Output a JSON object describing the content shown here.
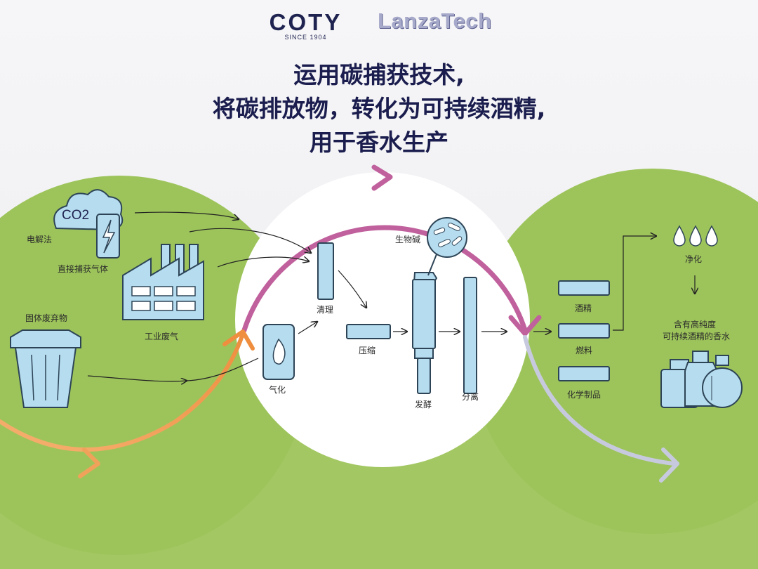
{
  "logos": {
    "coty": "COTY",
    "coty_sub": "SINCE 1904",
    "lanzatech": "LanzaTech"
  },
  "title": {
    "line1": "运用碳捕获技术,",
    "line2": "将碳排放物，转化为可持续酒精,",
    "line3": "用于香水生产"
  },
  "left": {
    "co2": "CO2",
    "electrolysis": "电解法",
    "direct_capture": "直接捕获气体",
    "industrial_gas": "工业废气",
    "solid_waste": "固体废弃物"
  },
  "middle": {
    "cleaning": "清理",
    "gasification": "气化",
    "compression": "压缩",
    "biocatalyst": "生物碱",
    "fermentation": "发酵",
    "separation": "分离"
  },
  "right": {
    "alcohol": "酒精",
    "fuel": "燃料",
    "chemicals": "化学制品",
    "purification": "净化",
    "result_line1": "含有高纯度",
    "result_line2": "可持续酒精的香水"
  },
  "colors": {
    "green": "#9dc45b",
    "box_fill": "#b6dcef",
    "box_stroke": "#2d4456",
    "pink": "#c0609c",
    "orange": "#f0a25a",
    "grey_arrow": "#b9bdd8",
    "title": "#1a1d4d"
  }
}
